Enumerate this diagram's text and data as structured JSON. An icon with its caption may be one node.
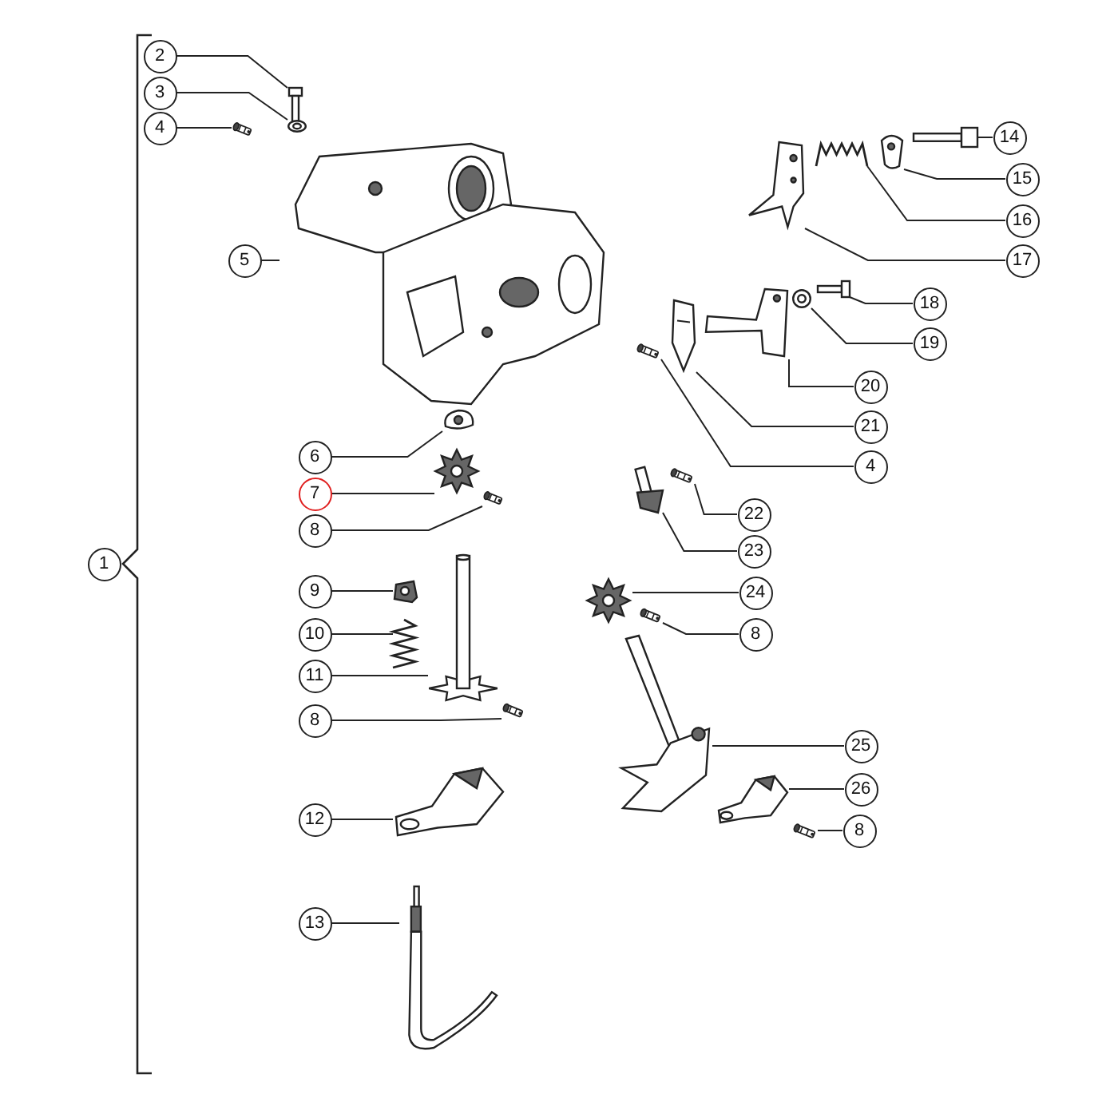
{
  "diagram": {
    "nodes": [
      {
        "text": [
          "2"
        ]
      },
      {
        "text": [
          "3"
        ]
      },
      {
        "text": [
          "4"
        ]
      },
      {
        "text": [
          "5"
        ]
      },
      {
        "text": [
          "6"
        ]
      },
      {
        "text": [
          "7"
        ]
      },
      {
        "text": [
          "8"
        ]
      },
      {
        "text": [
          "1"
        ]
      },
      {
        "text": [
          "9"
        ]
      },
      {
        "text": [
          "10"
        ]
      },
      {
        "text": [
          "11"
        ]
      },
      {
        "text": [
          "8"
        ]
      },
      {
        "text": [
          "12"
        ]
      },
      {
        "text": [
          "13"
        ]
      },
      {
        "text": [
          "14"
        ]
      },
      {
        "text": [
          "15"
        ]
      },
      {
        "text": [
          "16"
        ]
      },
      {
        "text": [
          "17"
        ]
      },
      {
        "text": [
          "18"
        ]
      },
      {
        "text": [
          "19"
        ]
      },
      {
        "text": [
          "20"
        ]
      },
      {
        "text": [
          "21"
        ]
      },
      {
        "text": [
          "4"
        ]
      },
      {
        "text": [
          "22"
        ]
      },
      {
        "text": [
          "23"
        ]
      },
      {
        "text": [
          "24"
        ]
      },
      {
        "text": [
          "8"
        ]
      },
      {
        "text": [
          "25"
        ]
      },
      {
        "text": [
          "26"
        ]
      },
      {
        "text": [
          "8"
        ]
      },
      {
        "text": [],
        "shape": "picture"
      },
      {
        "text": [],
        "shape": "picture"
      },
      {
        "text": [],
        "shape": "picture"
      },
      {
        "text": [],
        "shape": "picture"
      },
      {
        "text": [],
        "shape": "picture"
      },
      {
        "text": [],
        "shape": "picture"
      },
      {
        "text": [],
        "shape": "picture"
      },
      {
        "text": [],
        "shape": "picture"
      },
      {
        "text": [],
        "shape": "picture"
      },
      {
        "text": [],
        "shape": "picture"
      },
      {
        "text": [],
        "shape": "picture"
      },
      {
        "text": [],
        "shape": "picture"
      },
      {
        "text": [],
        "shape": "picture"
      },
      {
        "text": [],
        "shape": "picture"
      },
      {
        "text": [],
        "shape": "picture"
      },
      {
        "text": [],
        "shape": "picture"
      },
      {
        "text": [],
        "shape": "picture"
      },
      {
        "text": [],
        "shape": "picture"
      },
      {
        "text": [],
        "shape": "picture"
      },
      {
        "text": [],
        "shape": "picture"
      },
      {
        "text": [],
        "shape": "picture"
      },
      {
        "text": [],
        "shape": "picture"
      },
      {
        "text": [],
        "shape": "picture"
      },
      {
        "text": [],
        "shape": "picture"
      },
      {
        "text": [],
        "shape": "picture"
      },
      {
        "text": [],
        "shape": "picture"
      },
      {
        "text": [],
        "shape": "picture"
      },
      {
        "text": [],
        "shape": "picture"
      },
      {
        "text": [],
        "shape": "picture"
      }
    ],
    "edges": [
      {
        "from": 0,
        "to": 30,
        "arrow": "none"
      },
      {
        "from": 1,
        "to": 31,
        "arrow": "none"
      },
      {
        "from": 2,
        "to": 32,
        "arrow": "none"
      },
      {
        "from": 3,
        "to": 33,
        "arrow": "none"
      },
      {
        "from": 4,
        "to": 34,
        "arrow": "none"
      },
      {
        "from": 5,
        "to": 35,
        "arrow": "none"
      },
      {
        "from": 6,
        "to": 36,
        "arrow": "none"
      },
      {
        "from": 8,
        "to": 37,
        "arrow": "none"
      },
      {
        "from": 9,
        "to": 38,
        "arrow": "none"
      },
      {
        "from": 10,
        "to": 39,
        "arrow": "none"
      },
      {
        "from": 11,
        "to": 40,
        "arrow": "none"
      },
      {
        "from": 12,
        "to": 41,
        "arrow": "none"
      },
      {
        "from": 13,
        "to": 42,
        "arrow": "none"
      },
      {
        "from": 14,
        "to": 43,
        "arrow": "none"
      },
      {
        "from": 15,
        "to": 44,
        "arrow": "none"
      },
      {
        "from": 16,
        "to": 45,
        "arrow": "none"
      },
      {
        "from": 17,
        "to": 46,
        "arrow": "none"
      },
      {
        "from": 18,
        "to": 47,
        "arrow": "none"
      },
      {
        "from": 19,
        "to": 48,
        "arrow": "none"
      },
      {
        "from": 20,
        "to": 49,
        "arrow": "none"
      },
      {
        "from": 21,
        "to": 50,
        "arrow": "none"
      },
      {
        "from": 22,
        "to": 51,
        "arrow": "none"
      },
      {
        "from": 23,
        "to": 52,
        "arrow": "none"
      },
      {
        "from": 24,
        "to": 53,
        "arrow": "none"
      },
      {
        "from": 25,
        "to": 54,
        "arrow": "none"
      },
      {
        "from": 26,
        "to": 55,
        "arrow": "none"
      },
      {
        "from": 27,
        "to": 56,
        "arrow": "none"
      },
      {
        "from": 28,
        "to": 57,
        "arrow": "none"
      },
      {
        "from": 29,
        "to": 58,
        "arrow": "none"
      }
    ]
  }
}
